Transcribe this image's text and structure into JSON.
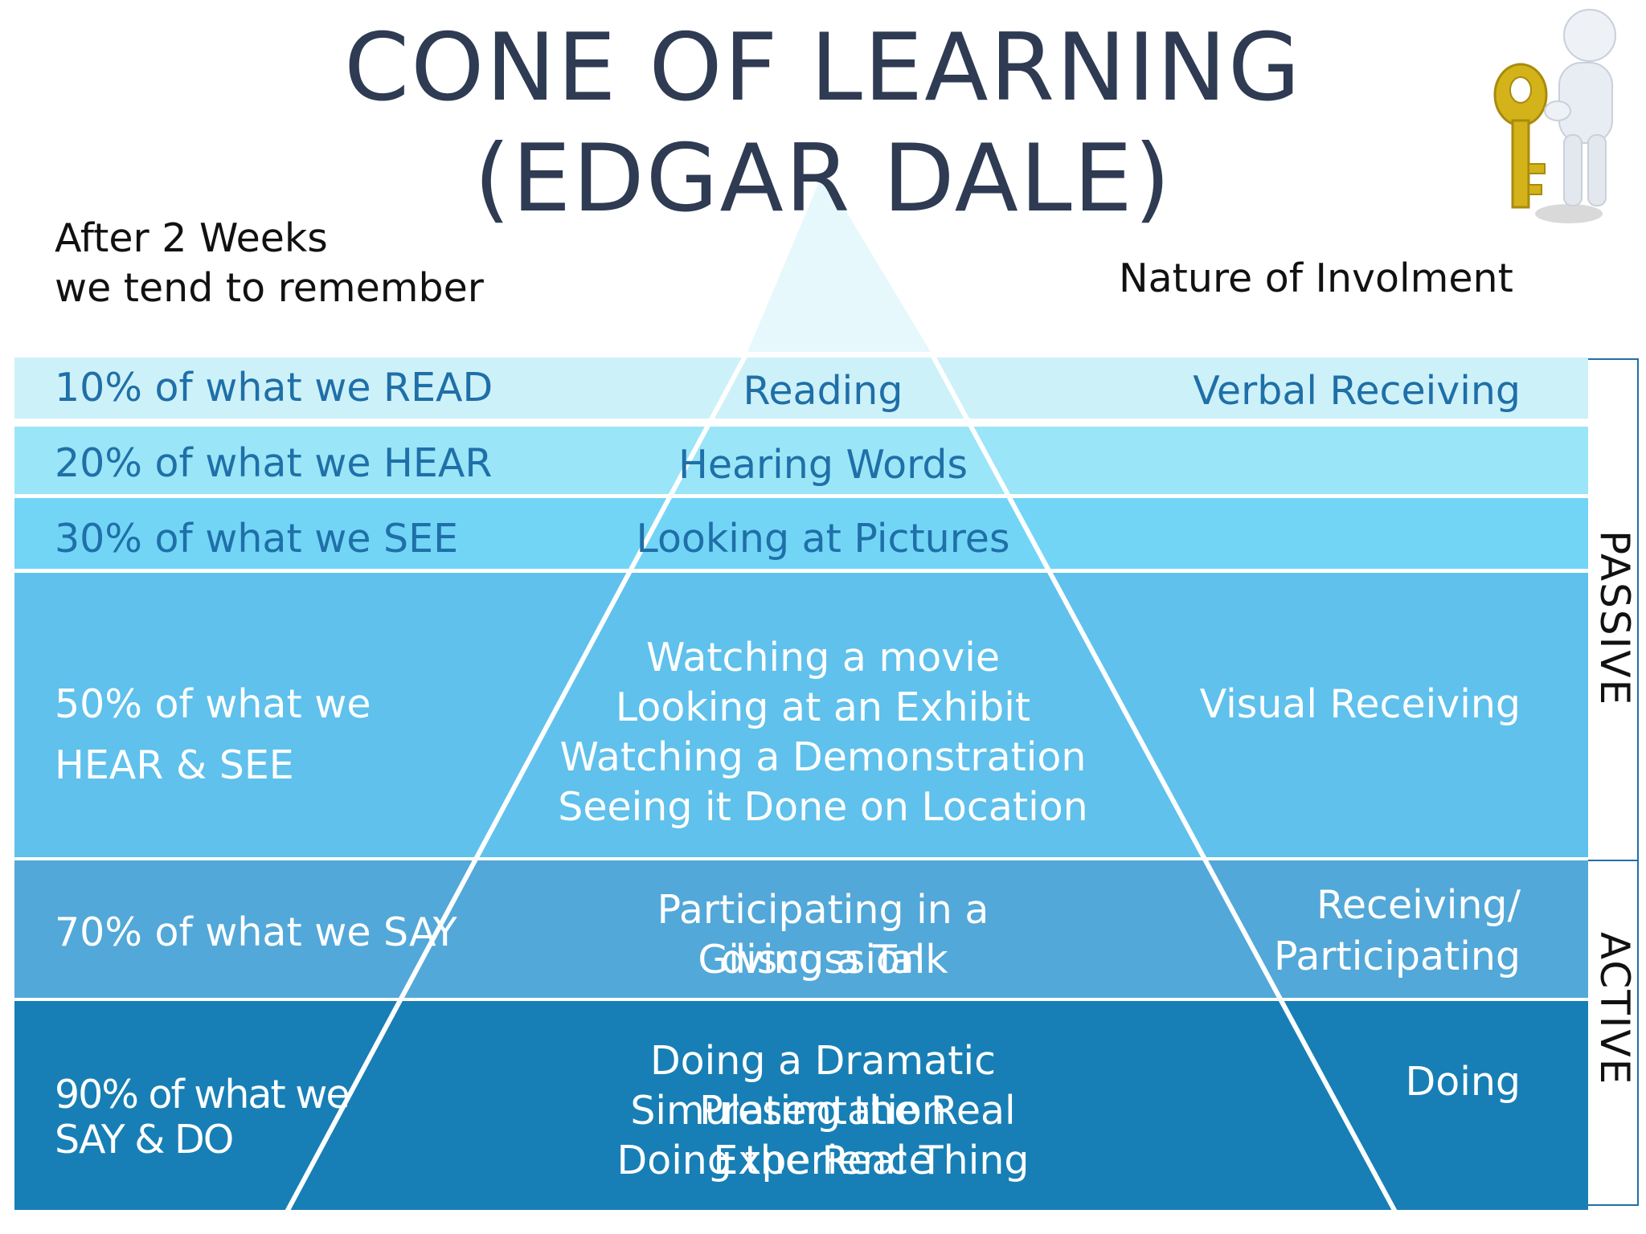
{
  "title_line1": "CONE OF LEARNING",
  "title_line2": "(EDGAR DALE)",
  "left_header": {
    "line1": "After 2 Weeks",
    "line2": "we tend to remember"
  },
  "right_header": "Nature of Involment",
  "colors": {
    "band_read": "#cdf1f8",
    "band_hear": "#9ae5f7",
    "band_see": "#72d5f6",
    "band_hear_see": "#5fc1ec",
    "band_say": "#52a8d8",
    "band_do": "#177fb5",
    "cone_outline": "#ffffff",
    "title": "#2e3b52"
  },
  "bands": [
    {
      "retention": "10% of what we READ",
      "activities": [
        "Reading"
      ],
      "nature": "Verbal Receiving"
    },
    {
      "retention": "20% of what we HEAR",
      "activities": [
        "Hearing Words"
      ],
      "nature": ""
    },
    {
      "retention": "30% of what we SEE",
      "activities": [
        "Looking at Pictures"
      ],
      "nature": ""
    },
    {
      "retention_lines": [
        "50% of what we",
        "HEAR & SEE"
      ],
      "activities": [
        "Watching a movie",
        "Looking at an Exhibit",
        "Watching a Demonstration",
        "Seeing it Done on Location"
      ],
      "nature": "Visual Receiving"
    },
    {
      "retention": "70% of what we SAY",
      "activities": [
        "Participating in a discussion",
        "Giving a Talk"
      ],
      "nature_lines": [
        "Receiving/",
        "Participating"
      ]
    },
    {
      "retention_lines": [
        "90% of what we",
        "SAY & DO"
      ],
      "activities": [
        "Doing a Dramatic Presentation",
        "Simulating the Real Experience",
        "Doing the Real Thing"
      ],
      "nature": "Doing"
    }
  ],
  "side_labels": {
    "passive": "PASSIVE",
    "active": "ACTIVE"
  },
  "figure": "person-holding-key-icon"
}
